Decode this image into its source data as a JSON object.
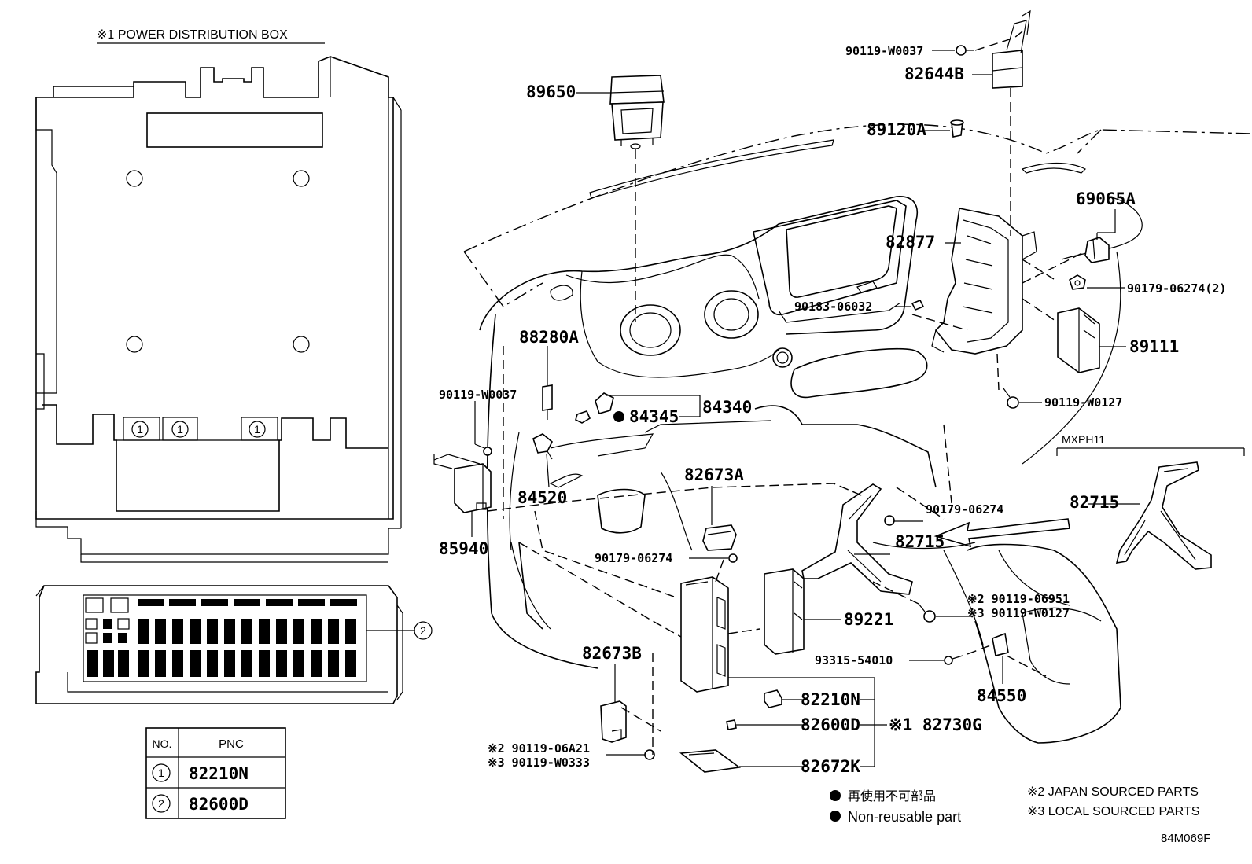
{
  "box_title": "※1  POWER DISTRIBUTION BOX",
  "circle_numbers": {
    "one": "1",
    "two": "2"
  },
  "pnc_table": {
    "header_no": "NO.",
    "header_pnc": "PNC",
    "rows": [
      {
        "no": "1",
        "pnc": "82210N"
      },
      {
        "no": "2",
        "pnc": "82600D"
      }
    ]
  },
  "parts": {
    "p90119_W0037_top": "90119-W0037",
    "p82644B": "82644B",
    "p89650": "89650",
    "p89120A": "89120A",
    "p69065A": "69065A",
    "p82877": "82877",
    "p90179_06274_2": "90179-06274(2)",
    "p90183_06032": "90183-06032",
    "p89111": "89111",
    "p88280A": "88280A",
    "p90119_W0037_left": "90119-W0037",
    "p84345": "84345",
    "p84340": "84340",
    "p90119_W0127": "90119-W0127",
    "mxph11": "MXPH11",
    "p82715_right": "82715",
    "p82673A": "82673A",
    "p84520": "84520",
    "p90179_06274_mid": "90179-06274",
    "p82715_mid": "82715",
    "p85940": "85940",
    "p90179_06274_left": "90179-06274",
    "p90119_06951": "※2 90119-06951",
    "p90119_W0127_b": "※3 90119-W0127",
    "p89221": "89221",
    "p93315_54010": "93315-54010",
    "p84550": "84550",
    "p82673B": "82673B",
    "p82210N": "82210N",
    "p82600D": "82600D",
    "p82730G": "※1 82730G",
    "p90119_06A21": "※2 90119-06A21",
    "p90119_W0333": "※3 90119-W0333",
    "p82672K": "82672K"
  },
  "legend": {
    "jp": "再使用不可部品",
    "en": "Non-reusable part",
    "note2": "※2 JAPAN SOURCED PARTS",
    "note3": "※3 LOCAL SOURCED PARTS"
  },
  "figure_code": "84M069F"
}
